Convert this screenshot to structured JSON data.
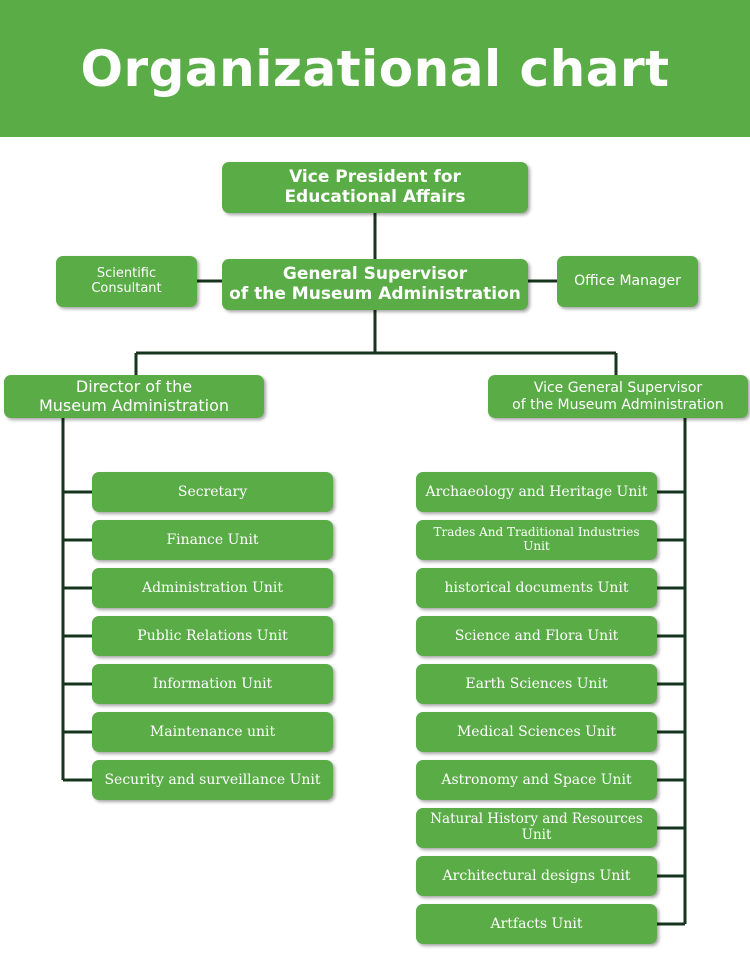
{
  "title": "Organizational chart",
  "colors": {
    "box": "#5aac47",
    "line": "#16351c",
    "text": "#ffffff"
  },
  "top": {
    "vice_president": "Vice President for\nEducational Affairs",
    "general_supervisor": "General Supervisor\nof the Museum Administration",
    "scientific_consultant": "Scientific Consultant",
    "office_manager": "Office Manager"
  },
  "director": "Director of the\nMuseum Administration",
  "vice_general_supervisor": "Vice  General Supervisor\nof the Museum Administration",
  "director_units": [
    "Secretary",
    "Finance Unit",
    "Administration Unit",
    "Public Relations Unit",
    "Information Unit",
    "Maintenance unit",
    "Security and surveillance Unit"
  ],
  "vice_units": [
    "Archaeology and Heritage Unit",
    "Trades And Traditional Industries Unit",
    "historical documents Unit",
    "Science and Flora Unit",
    "Earth Sciences Unit",
    "Medical Sciences Unit",
    "Astronomy and Space Unit",
    "Natural History and Resources Unit",
    "Architectural designs Unit",
    "Artfacts Unit"
  ]
}
